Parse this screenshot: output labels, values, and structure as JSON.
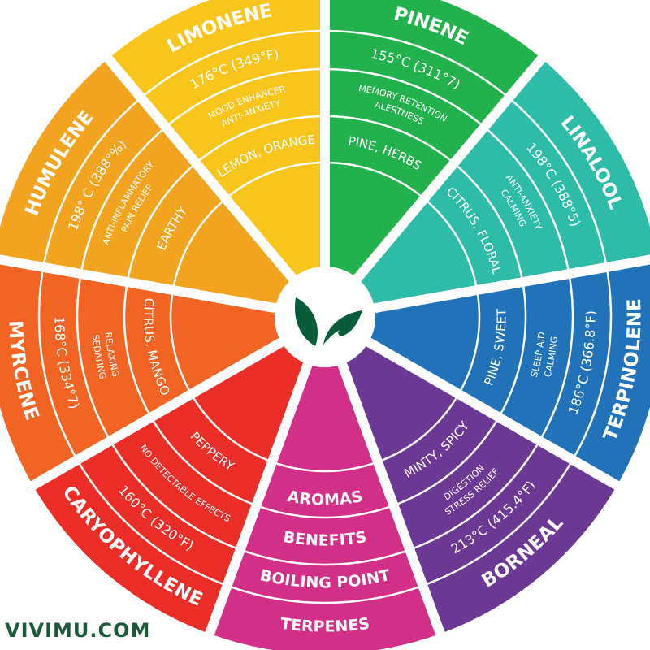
{
  "brand": {
    "text": "VIVIMU.COM",
    "color": "#1d5a3c"
  },
  "logo": {
    "icon": "leaf-sprout-icon",
    "color": "#0a5b3a"
  },
  "legend": {
    "aromas": "AROMAS",
    "benefits": "BENEFITS",
    "boiling_point": "BOILING POINT",
    "terpenes": "TERPENES",
    "color": "#d22f89"
  },
  "terpenes": [
    {
      "name": "PINENE",
      "boiling_point": "155°C (311°7)",
      "benefits": [
        "MEMORY RETENTION",
        "ALERTNESS"
      ],
      "aromas": "PINE, HERBS",
      "color": "#22b14c"
    },
    {
      "name": "LINALOOL",
      "boiling_point": "198°C (388°5)",
      "benefits": [
        "ANTI-ANXIETY",
        "CALMING"
      ],
      "aromas": "CITRUS, FLORAL",
      "color": "#2ebba7"
    },
    {
      "name": "TERPINOLENE",
      "boiling_point": "186°C (366.8°F)",
      "benefits": [
        "SLEEP AID",
        "CALMING"
      ],
      "aromas": "PINE, SWEET",
      "color": "#2272b9"
    },
    {
      "name": "BORNEAL",
      "boiling_point": "213°C (415.4°F)",
      "benefits": [
        "DIGESTION",
        "STRESS RELIEF"
      ],
      "aromas": "MINTY, SPICY",
      "color": "#6b3893"
    },
    {
      "name": "CARYOPHYLLENE",
      "boiling_point": "160°C (320°F)",
      "benefits": [
        "NO DETECTABLE EFFECTS"
      ],
      "aromas": "PEPPERY",
      "color": "#ea2d27"
    },
    {
      "name": "MYRCENE",
      "boiling_point": "168°C (334°7)",
      "benefits": [
        "RELAXING",
        "SEDATING"
      ],
      "aromas": "CITRUS, MANGO",
      "color": "#f26424"
    },
    {
      "name": "HUMULENE",
      "boiling_point": "198° C (388°%)",
      "benefits": [
        "ANTI-INFLAMMATORY",
        "PAIN RELIEF"
      ],
      "aromas": "EARTHY",
      "color": "#f2a320"
    },
    {
      "name": "LIMONENE",
      "boiling_point": "176°C (349°F)",
      "benefits": [
        "MOOD ENHANCER",
        "ANTI-ANXIETY"
      ],
      "aromas": "LEMON, ORANGE",
      "color": "#f7c51b"
    }
  ]
}
